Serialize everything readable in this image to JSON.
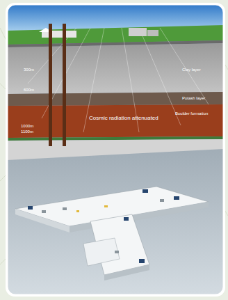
{
  "diagram": {
    "labels": [
      "300m",
      "600m",
      "1000m",
      "1100m",
      "Clay layer",
      "Potash layer",
      "Boulder formation",
      "Cosmic radiation attenuated"
    ]
  }
}
